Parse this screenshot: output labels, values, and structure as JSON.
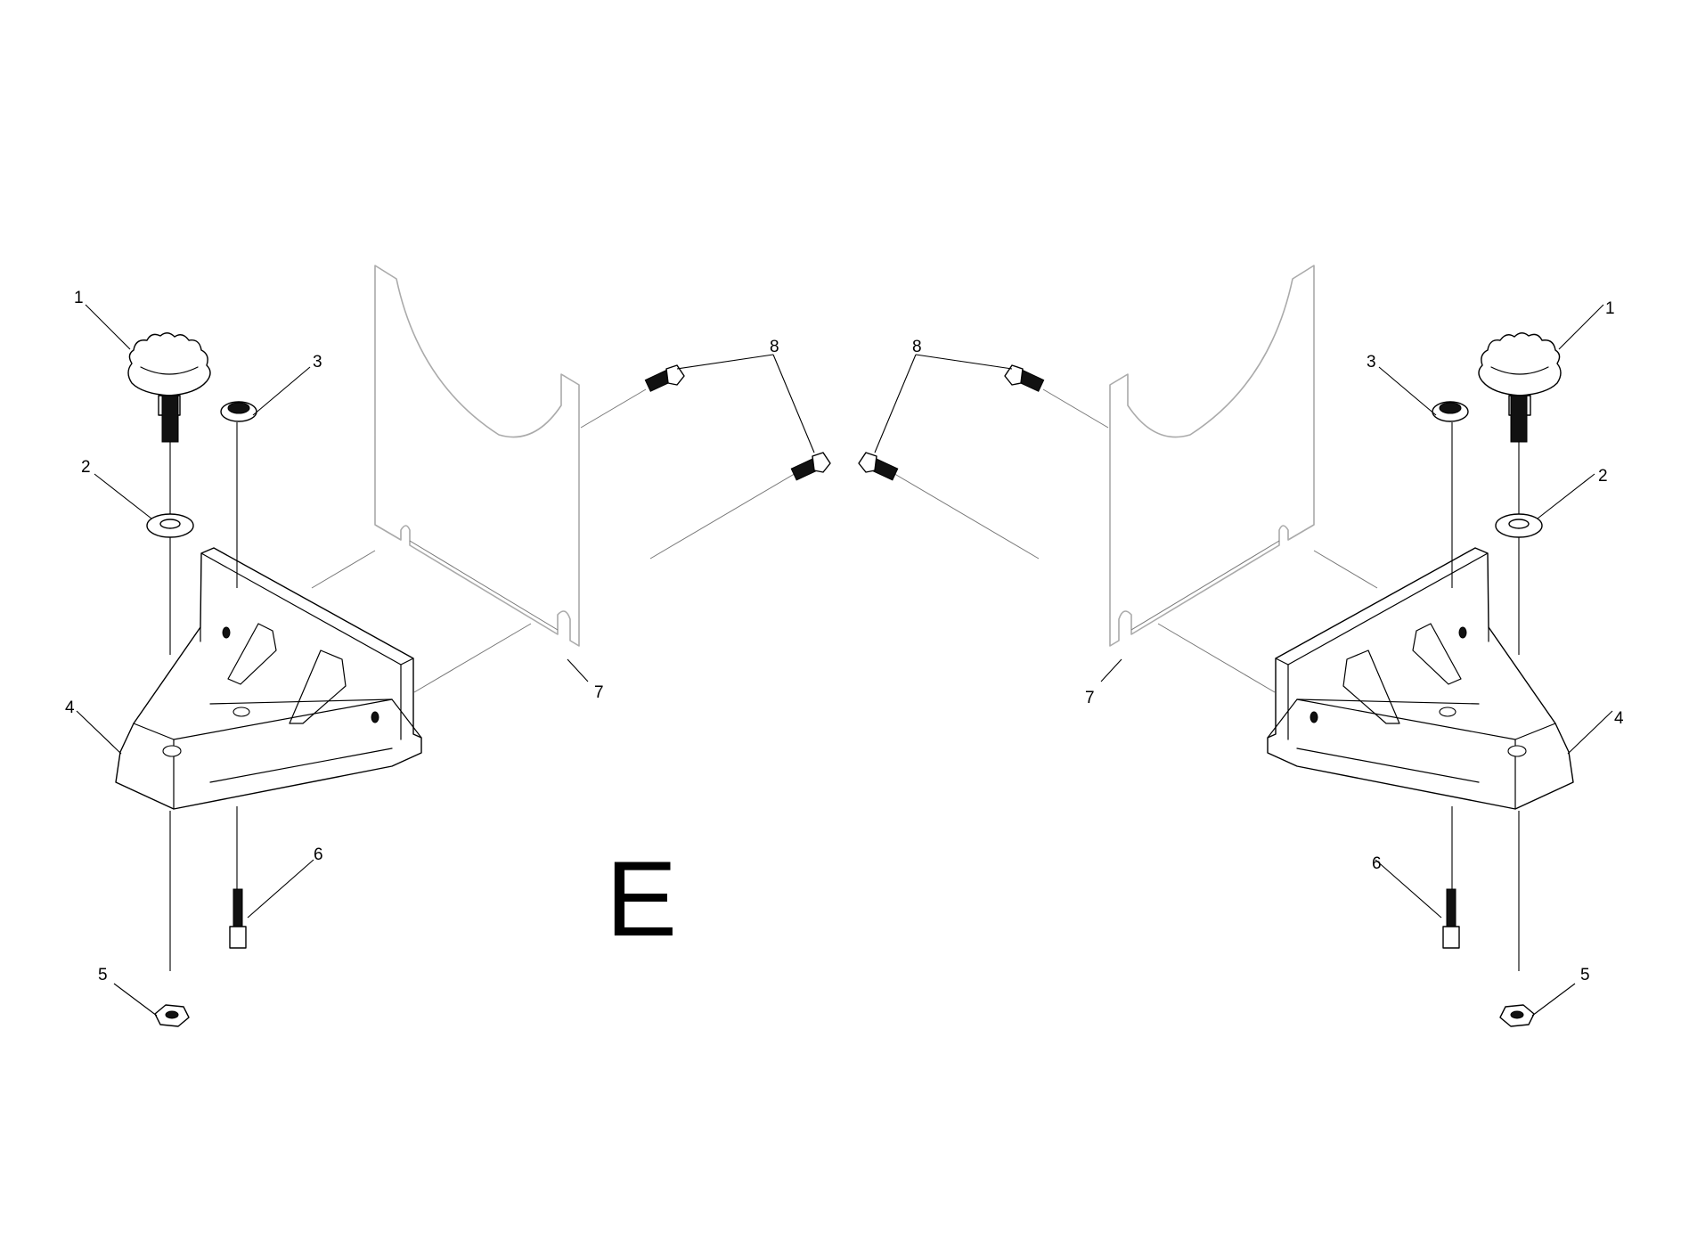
{
  "diagram": {
    "section_letter": "E",
    "callouts": {
      "left": {
        "knob": "1",
        "washer": "2",
        "cap": "3",
        "bracket": "4",
        "nut": "5",
        "bolt": "6",
        "plate": "7",
        "screw": "8"
      },
      "right": {
        "knob": "1",
        "washer": "2",
        "cap": "3",
        "bracket": "4",
        "nut": "5",
        "bolt": "6",
        "plate": "7",
        "screw": "8"
      }
    }
  }
}
